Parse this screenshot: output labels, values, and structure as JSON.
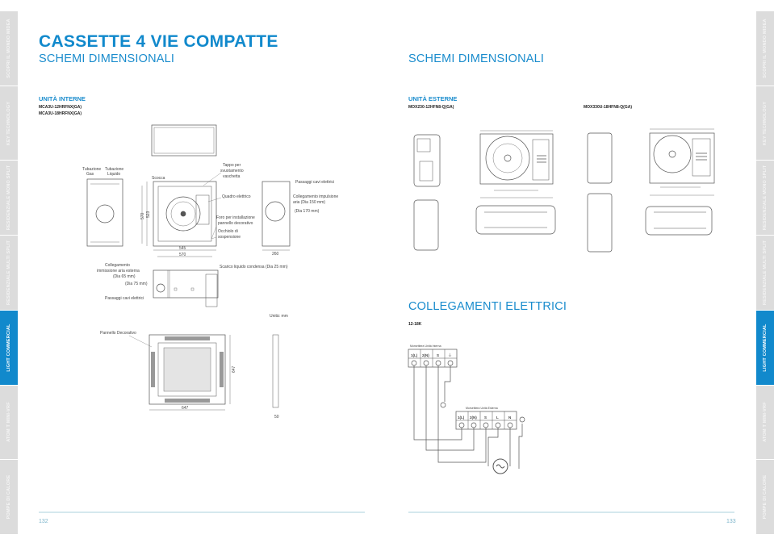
{
  "sidebar": {
    "tabs": [
      {
        "label": "SCOPRI IL MONDO MIDEA",
        "active": false
      },
      {
        "label": "KEY TECHNOLOGY",
        "active": false
      },
      {
        "label": "RESIDENZIALE MONO SPLIT",
        "active": false
      },
      {
        "label": "RESIDENZIALE MULTI SPLIT",
        "active": false
      },
      {
        "label": "LIGHT COMMERCIAL",
        "active": true
      },
      {
        "label": "ATOM T MINI-VRF",
        "active": false
      },
      {
        "label": "POMPE DI CALORE",
        "active": false
      }
    ]
  },
  "left_page": {
    "title": "CASSETTE 4 VIE COMPATTE",
    "subtitle": "SCHEMI DIMENSIONALI",
    "section": "UNITÀ INTERNE",
    "models": [
      "MCA3U-12HRFNX(GA)",
      "MCA3U-18HRFNX(GA)"
    ],
    "labels": {
      "gas": "Tubazione",
      "gas2": "Gas",
      "liq": "Tubazione",
      "liq2": "Liquido",
      "scocca": "Scocca",
      "tappo": [
        "Tappo per",
        "svuotamento",
        "vaschetta"
      ],
      "quadro": "Quadro elettrico",
      "foro": [
        "Foro per installazione",
        "pannello decorativo"
      ],
      "occhiolo": [
        "Occhiolo di",
        "sospensione"
      ],
      "passaggi": "Passaggi cavi elettrici",
      "impulsione": [
        "Collegamento impulsione",
        "aria (Dia 150 mm)",
        "(Dia 170 mm)"
      ],
      "immissione": [
        "Collegamento",
        "immissione aria esterna",
        "(Dia 65 mm)",
        "(Dia 75 mm)"
      ],
      "passaggi2": "Passaggi cavi elettrici",
      "scarico": "Scarico liquido condensa (Dia 25 mm)",
      "unita": "Unità: mm",
      "pannello": "Pannello Decorativo"
    },
    "dims": {
      "d545": "545",
      "d570": "570",
      "v570": "570",
      "v523": "523",
      "d260": "260",
      "p647w": "647",
      "p647h": "647",
      "d50": "50"
    },
    "page_number": "132"
  },
  "right_page": {
    "subtitle": "SCHEMI DIMENSIONALI",
    "section": "UNITÀ ESTERNE",
    "models": [
      "MOX230-12HFN8-Q(GA)",
      "MOX330U-18HFN8-Q(GA)"
    ],
    "wiring_title": "COLLEGAMENTI ELETTRICI",
    "wiring_subtitle": "12-18K",
    "terminal_internal": {
      "label": "Morsettiera Unità Interna",
      "terminals": [
        "1(L)",
        "2(N)",
        "S",
        "⏚"
      ]
    },
    "terminal_external": {
      "label": "Morsettiera Unità Esterna",
      "terminals": [
        "1(L)",
        "2(N)",
        "S",
        "L",
        "N"
      ]
    },
    "page_number": "133"
  },
  "colors": {
    "accent": "#1189cc",
    "tab_inactive": "#dcdcdc",
    "rule": "#d5e8ee"
  }
}
